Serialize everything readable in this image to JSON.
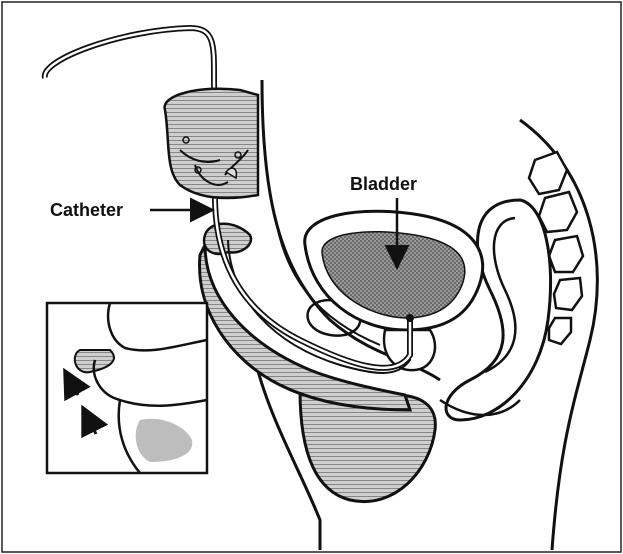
{
  "labels": {
    "catheter": "Catheter",
    "bladder": "Bladder"
  },
  "colors": {
    "ink": "#111111",
    "tissue_fill": "#a7a7a7",
    "bladder_fill": "#8c8c8c",
    "inset_tissue": "#bdbdbd",
    "background": "#ffffff"
  },
  "parts": [
    "catheter-tube",
    "hand",
    "penis",
    "urethra",
    "bladder",
    "prostate",
    "rectum",
    "sacrum",
    "scrotum",
    "inset-retraction-view",
    "direction-arrows"
  ]
}
